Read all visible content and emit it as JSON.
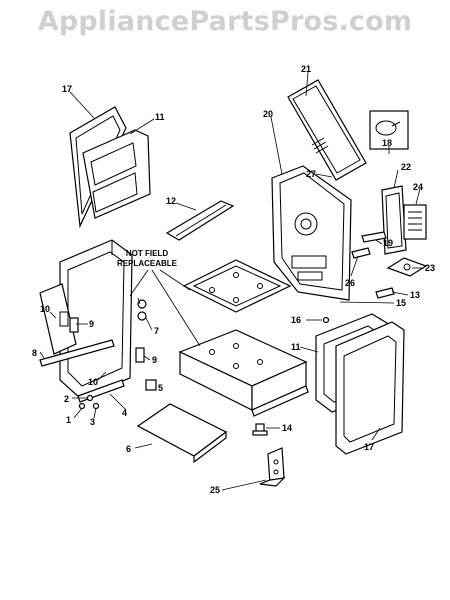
{
  "watermark": "AppliancePartsPros.com",
  "note": {
    "line1": "NOT FIELD",
    "line2": "REPLACEABLE"
  },
  "labels": {
    "l1": "1",
    "l2": "2",
    "l3": "3",
    "l4": "4",
    "l5": "5",
    "l6": "6",
    "l7": "7",
    "l8": "8",
    "l9a": "9",
    "l9b": "9",
    "l10a": "10",
    "l10b": "10",
    "l11a": "11",
    "l11b": "11",
    "l12": "12",
    "l13": "13",
    "l14": "14",
    "l15": "15",
    "l16": "16",
    "l17a": "17",
    "l17b": "17",
    "l18": "18",
    "l19": "19",
    "l20": "20",
    "l21": "21",
    "l22": "22",
    "l23": "23",
    "l24": "24",
    "l25": "25",
    "l26": "26",
    "l27": "27"
  }
}
